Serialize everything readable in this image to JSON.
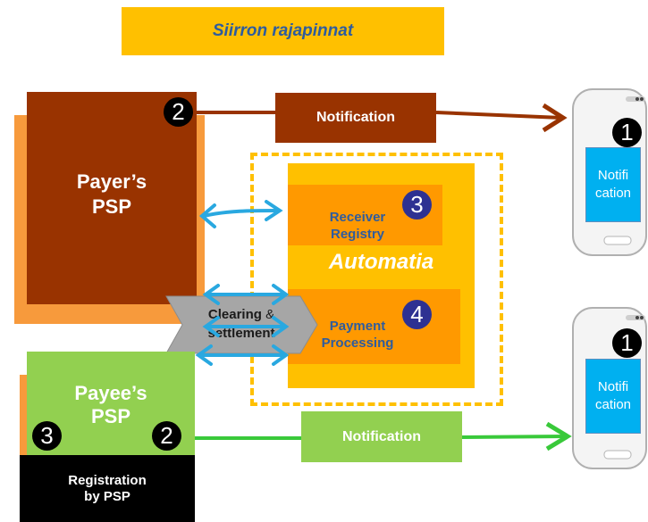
{
  "title": "Siirron rajapinnat",
  "payer": {
    "line1": "Payer’s",
    "line2": "PSP"
  },
  "payee": {
    "line1": "Payee’s",
    "line2": "PSP"
  },
  "registration": {
    "line1": "Registration",
    "line2": "by PSP"
  },
  "notification_top": "Notification",
  "notification_bottom": "Notification",
  "automatia": "Automatia",
  "receiver_registry": {
    "line1": "Receiver",
    "line2": "Registry"
  },
  "payment_processing": {
    "line1": "Payment",
    "line2": "Processing"
  },
  "clearing": {
    "line1_bold": "Clearing",
    "line1_rest": " &",
    "line2": "settlement"
  },
  "phone_top": {
    "badge": "1",
    "line1": "Notifi",
    "line2": "cation"
  },
  "phone_bottom": {
    "badge": "1",
    "line1": "Notifi",
    "line2": "cation"
  },
  "badges": {
    "payer_notify": "2",
    "receiver_registry": "3",
    "payment_processing": "4",
    "payee_registration": "3",
    "payee_notify": "2"
  },
  "colors": {
    "payer": "#993300",
    "payee": "#92d050",
    "automatia": "#ffc000",
    "inner_boxes": "#ff9900",
    "shadow": "#f79a3c",
    "arrows_blue": "#29a8e0",
    "phone_screen": "#00b0f0"
  }
}
